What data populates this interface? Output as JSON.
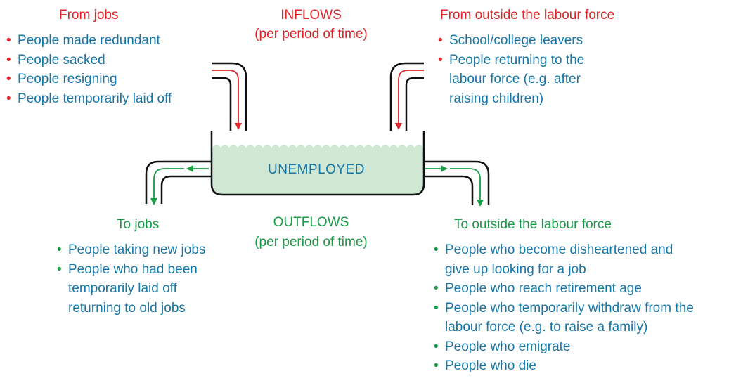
{
  "inflows": {
    "heading": "INFLOWS",
    "subheading": "(per period of time)"
  },
  "outflows": {
    "heading": "OUTFLOWS",
    "subheading": "(per period of time)"
  },
  "tank": {
    "label": "UNEMPLOYED"
  },
  "from_jobs": {
    "heading": "From jobs",
    "items": [
      "People made redundant",
      "People sacked",
      "People resigning",
      "People temporarily laid off"
    ]
  },
  "from_outside": {
    "heading": "From outside the labour force",
    "items": [
      "School/college leavers",
      "People returning to the",
      "labour force (e.g. after",
      "raising children)"
    ]
  },
  "to_jobs": {
    "heading": "To jobs",
    "items": [
      "People taking new jobs",
      "People who had been",
      "temporarily laid off",
      "returning to old jobs"
    ]
  },
  "to_outside": {
    "heading": "To outside the labour force",
    "items": [
      "People who become disheartened and",
      "give up looking for a job",
      "People who reach retirement age",
      "People who temporarily withdraw from the",
      "labour force (e.g. to raise a family)",
      "People who emigrate",
      "People who die"
    ]
  },
  "bullet": "•",
  "colors": {
    "inflow": "#e32227",
    "outflow": "#1a9b46",
    "text": "#1677a8",
    "water": "#cfe7d3"
  }
}
